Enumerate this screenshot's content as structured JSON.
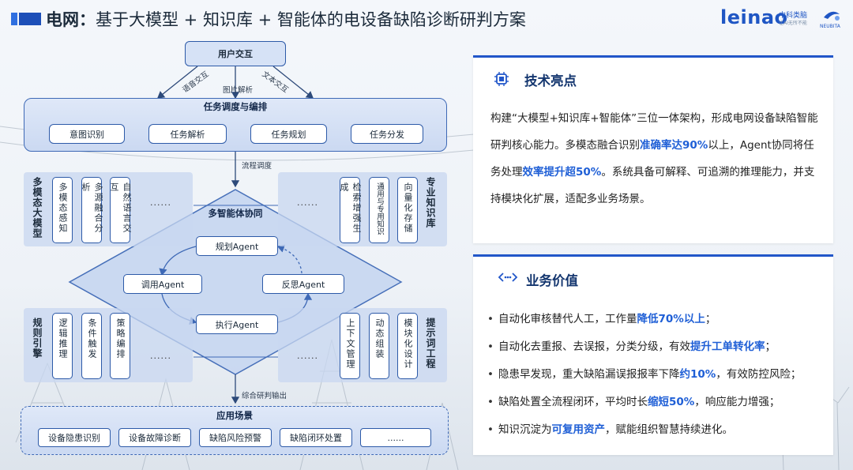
{
  "header": {
    "title_bold": "电网：",
    "title_rest": "基于大模型 + 知识库 + 智能体的电设备缺陷诊断研判方案",
    "logo_text": "leinao",
    "logo_cn": "中科类脑",
    "logo_cn_sub": "让AI无所不能",
    "logo2_text": "NEUBITA"
  },
  "diagram": {
    "user_interaction": "用户交互",
    "inputs": [
      "语音交互",
      "图片解析",
      "文本交互"
    ],
    "scheduling": {
      "title": "任务调度与编排",
      "steps": [
        "意图识别",
        "任务解析",
        "任务规划",
        "任务分发"
      ]
    },
    "flow_label": "流程调度",
    "left_top": {
      "title": "多模态大模型",
      "items": [
        "多模态感知",
        "多源融合分析",
        "自然语言交互"
      ],
      "more": "......"
    },
    "right_top": {
      "title": "专业知识库",
      "items": [
        "检索增强生成",
        "通用与专用知识",
        "向量化存储"
      ],
      "more": "......"
    },
    "left_bottom": {
      "title": "规则引擎",
      "items": [
        "逻辑推理",
        "条件触发",
        "策略编排"
      ],
      "more": "......"
    },
    "right_bottom": {
      "title": "提示词工程",
      "items": [
        "上下文管理",
        "动态组装",
        "模块化设计"
      ],
      "more": "......"
    },
    "collab": {
      "title": "多智能体协同",
      "agents": {
        "plan": "规划Agent",
        "call": "调用Agent",
        "reflect": "反思Agent",
        "execute": "执行Agent"
      }
    },
    "output_label": "综合研判输出",
    "scenarios": {
      "title": "应用场景",
      "items": [
        "设备隐患识别",
        "设备故障诊断",
        "缺陷风险预警",
        "缺陷闭环处置",
        "......"
      ]
    }
  },
  "tech": {
    "title": "技术亮点",
    "icon": "chip-icon",
    "p1": "构建“大模型+知识库+智能体”三位一体架构，形成电网设备缺陷智能研判核心能力。多模态融合识别",
    "h1": "准确率达90%",
    "p2": "以上，Agent协同将任务处理",
    "h2": "效率提升超50%",
    "p3": "。系统具备可解释、可追溯的推理能力，并支持模块化扩展，适配多业务场景。"
  },
  "value": {
    "title": "业务价值",
    "icon": "code-arrows-icon",
    "bullets": [
      {
        "pre": "自动化审核替代人工，工作量",
        "hl": "降低70%以上",
        "post": "；"
      },
      {
        "pre": "自动化去重报、去误报，分类分级，有效",
        "hl": "提升工单转化率",
        "post": "；"
      },
      {
        "pre": "隐患早发现，重大缺陷漏误报报率下降",
        "hl": "约10%",
        "post": "，有效防控风险；"
      },
      {
        "pre": "缺陷处置全流程闭环，平均时长",
        "hl": "缩短50%",
        "post": "，响应能力增强；"
      },
      {
        "pre": "知识沉淀为",
        "hl": "可复用资产",
        "post": "，赋能组织智慧持续进化。"
      }
    ]
  },
  "colors": {
    "accent": "#2156c9",
    "highlight": "#1f5fd6",
    "panel": "#d6e2f6",
    "border": "#2d5aa8"
  }
}
